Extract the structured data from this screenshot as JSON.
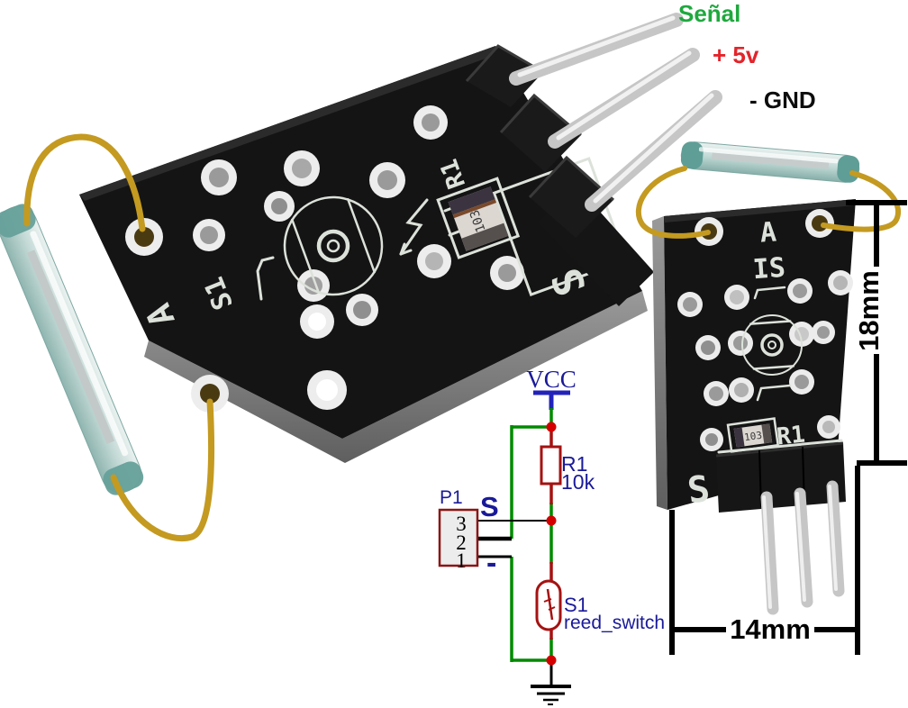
{
  "pin_labels": {
    "signal": "Señal",
    "power": "+ 5v",
    "ground": "- GND"
  },
  "dimensions": {
    "height": "18mm",
    "width": "14mm"
  },
  "left_board": {
    "letter_a": "A",
    "marking_s1": "S1",
    "marking_r1": "R1",
    "resistor_code": "103",
    "letter_s": "S"
  },
  "right_board": {
    "letter_a": "A",
    "marking_is": "IS",
    "marking_r1": "R1",
    "resistor_code": "103",
    "letter_s": "S"
  },
  "schematic": {
    "vcc": "VCC",
    "resistor_name": "R1",
    "resistor_value": "10k",
    "connector_name": "P1",
    "pin_3": "3",
    "pin_2": "2",
    "pin_1": "1",
    "signal_label": "S",
    "minus_label": "-",
    "switch_name": "S1",
    "switch_type": "reed_switch"
  },
  "colors": {
    "signal_green": "#1FA83E",
    "power_red": "#E3242B",
    "ground_black": "#0d0d0d",
    "wire_green": "#008A00",
    "component_red": "#A51212",
    "junction_red": "#D40000",
    "label_navy": "#1A1A99",
    "vcc_rail_blue": "#2222BB",
    "pcb_black": "#141414",
    "silkscreen_white": "#DCE2DA",
    "gold_wire": "#C49A20",
    "reed_glass_teal": "#9EC8C2"
  }
}
